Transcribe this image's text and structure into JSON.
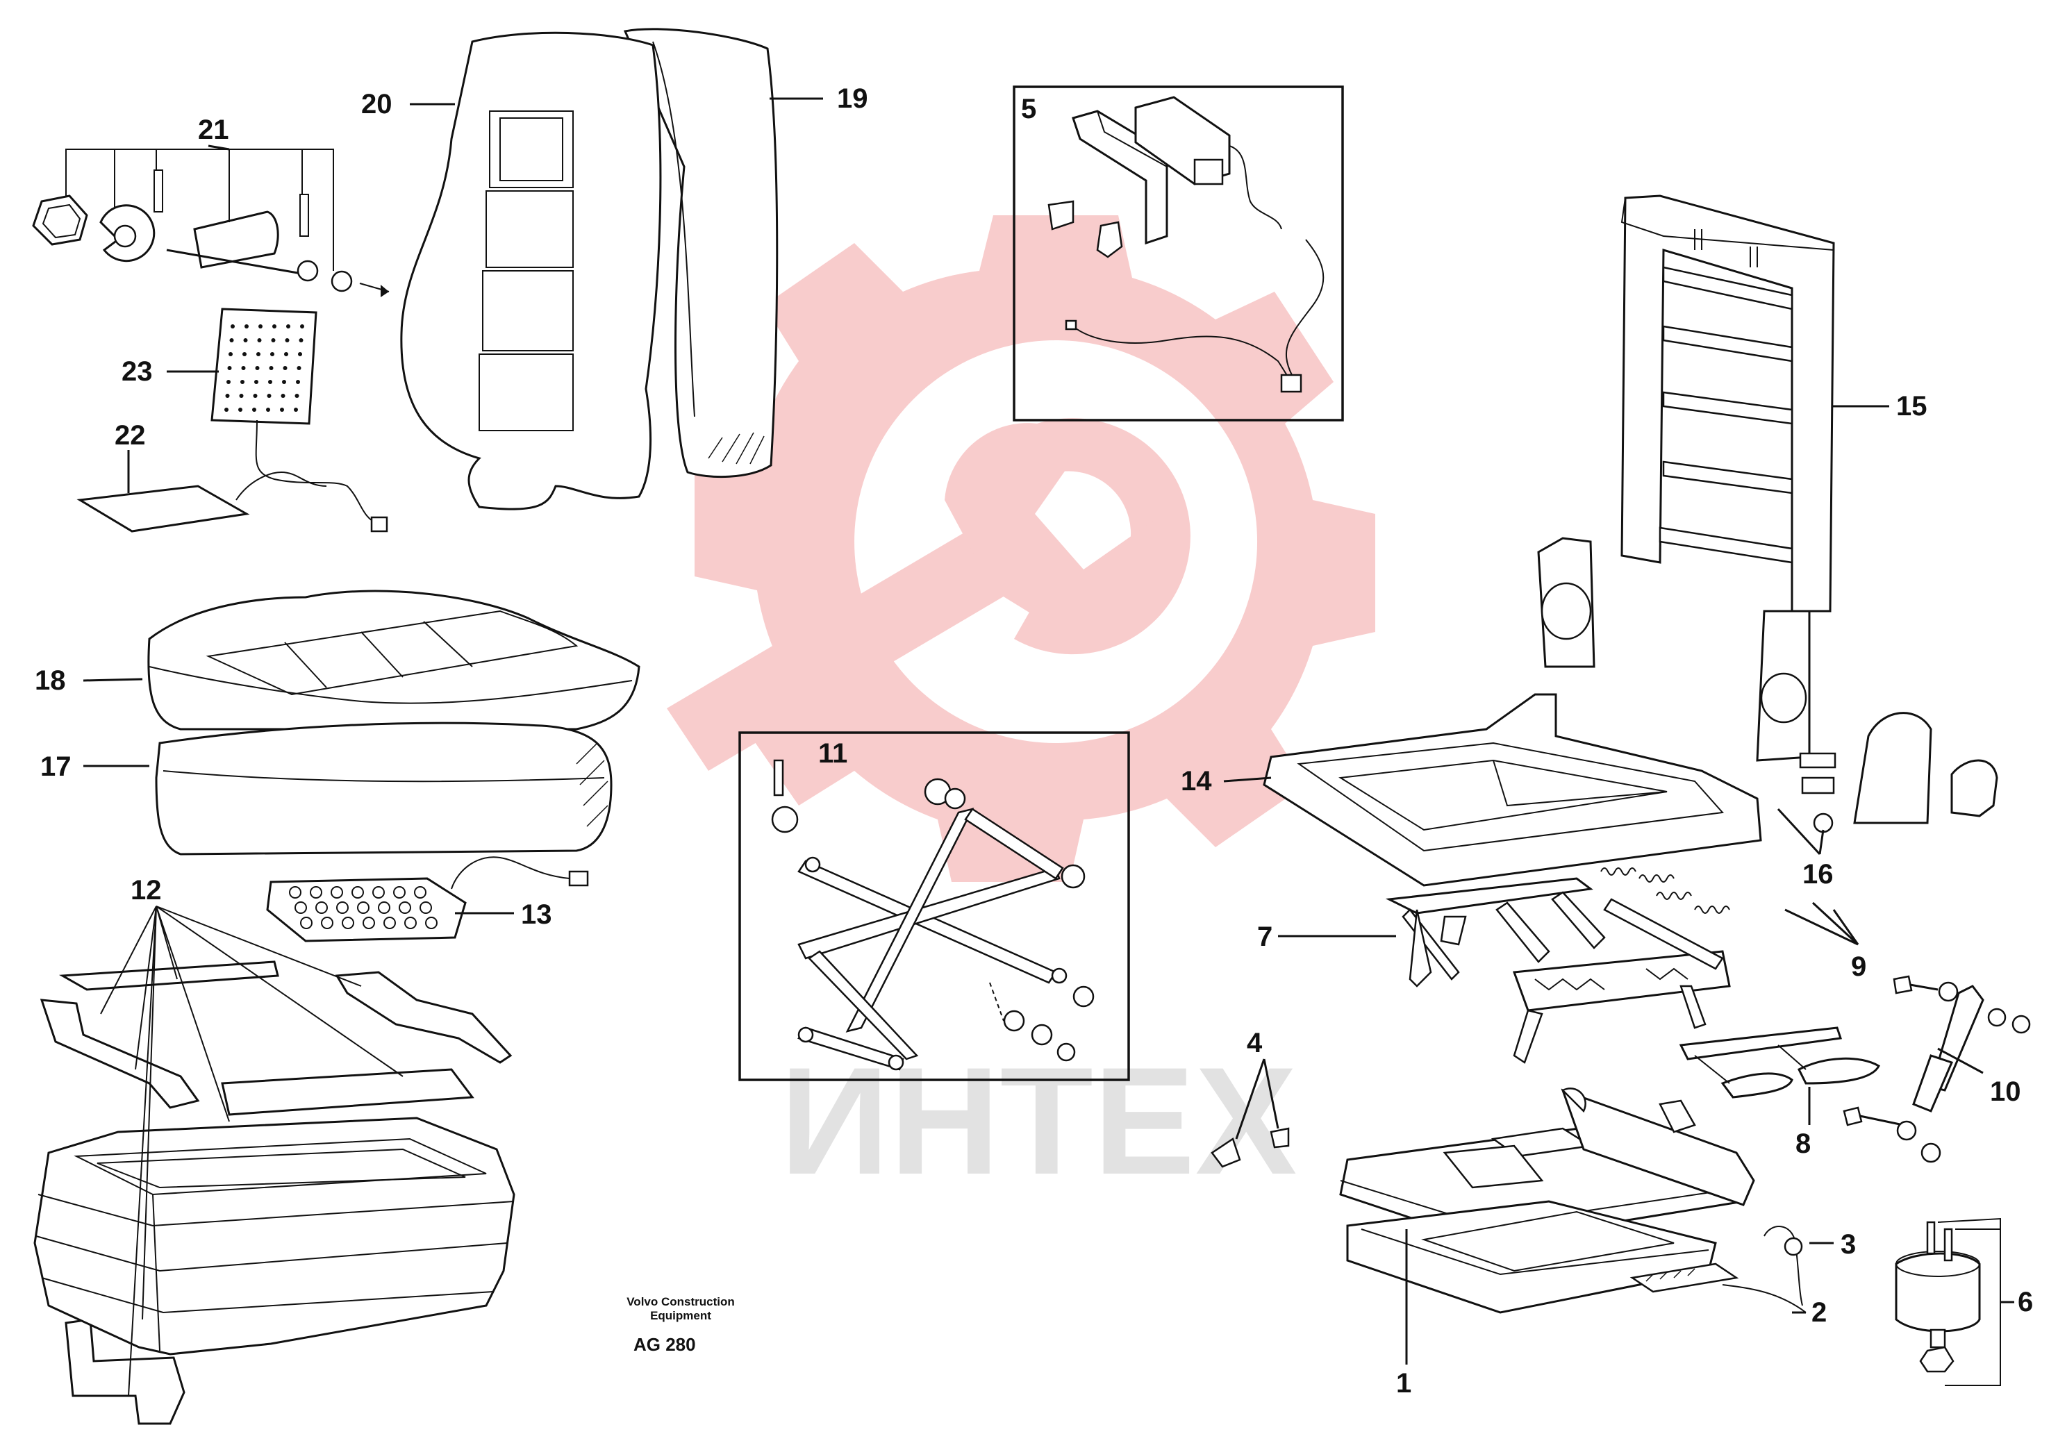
{
  "diagram": {
    "callouts": {
      "c1": "1",
      "c2": "2",
      "c3": "3",
      "c4": "4",
      "c5": "5",
      "c6": "6",
      "c7": "7",
      "c8": "8",
      "c9": "9",
      "c10": "10",
      "c11": "11",
      "c12": "12",
      "c13": "13",
      "c14": "14",
      "c15": "15",
      "c16": "16",
      "c17": "17",
      "c18": "18",
      "c19": "19",
      "c20": "20",
      "c21": "21",
      "c22": "22",
      "c23": "23"
    },
    "footer": {
      "company_line1": "Volvo Construction",
      "company_line2": "Equipment",
      "code": "AG 280"
    },
    "watermark": {
      "text": "ИНТЕХ",
      "gear_color": "#f4a3a3",
      "text_color": "#d9d9d9"
    }
  }
}
